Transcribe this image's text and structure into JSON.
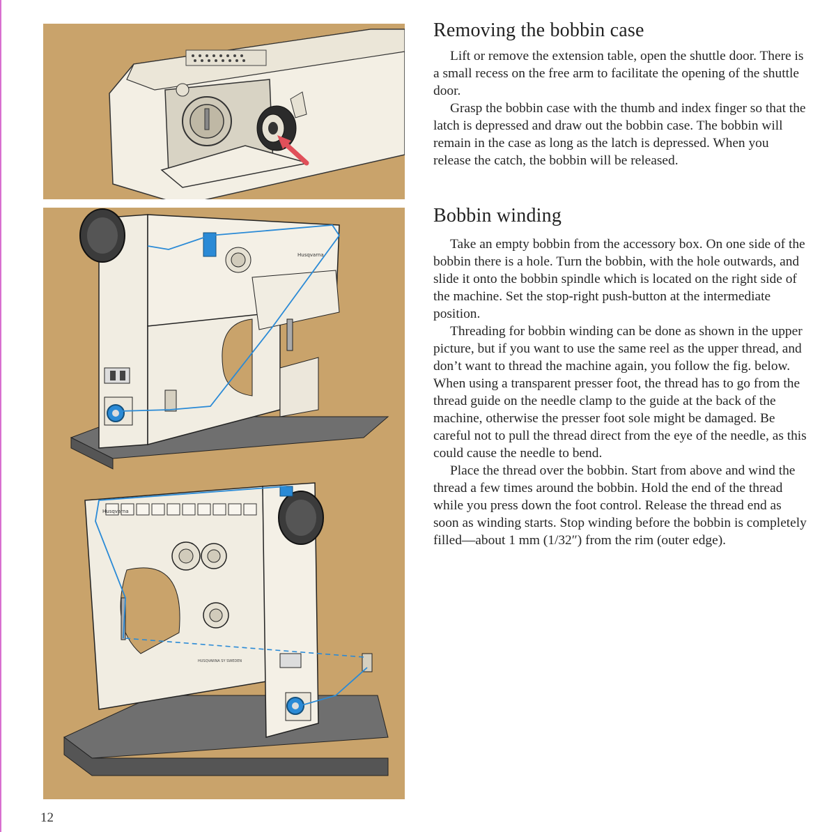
{
  "sections": [
    {
      "title": "Removing the bobbin case",
      "paragraphs": [
        "Lift or remove the extension table, open the shuttle door. There is a small recess on the free arm to facilitate the opening of the shuttle door.",
        "Grasp the bobbin case with the thumb and index finger so that the latch is depressed and draw out the bobbin case. The bobbin will remain in the case as long as the latch is depressed. When you release the catch, the bobbin will be released."
      ]
    },
    {
      "title": "Bobbin winding",
      "paragraphs": [
        "Take an empty bobbin from the accessory box. On one side of the bobbin there is a hole. Turn the bobbin, with the hole outwards, and slide it onto the bobbin spindle which is located on the right side of the machine. Set the stop-right push-button at the intermediate position.",
        "Threading for bobbin winding can be done as shown in the upper picture, but if you want to use the same reel as the upper thread, and don’t want to thread the machine again, you follow the fig. below. When using a transparent presser foot, the thread has to go from the thread guide on the needle clamp to the guide at the back of the machine, otherwise the presser foot sole might be damaged. Be careful not to pull the thread direct from the eye of the needle, as this could cause the needle to bend.",
        "Place the thread over the bobbin. Start from above and wind the thread a few times around the bobbin. Hold the end of the thread while you press down the foot control. Release the thread end as soon as winding starts. Stop winding before the bobbin is completely filled—about 1 mm (1/32″) from the rim (outer edge)."
      ]
    }
  ],
  "figures": {
    "shuttle": {
      "description_icon": "bobbin-case-removal-illustration"
    },
    "winding": {
      "brand_upper": "Husqvarna",
      "brand_lower": "Husqvarna",
      "badge_lower": "HUSQVARNA SY SWEDEN"
    }
  },
  "page_number": "12",
  "colors": {
    "figure_background": "#c9a36b",
    "thread_blue": "#2a8ad6",
    "arrow_red": "#e0505a",
    "machine_body": "#f1ede2",
    "base_gray": "#6f6f6f"
  }
}
